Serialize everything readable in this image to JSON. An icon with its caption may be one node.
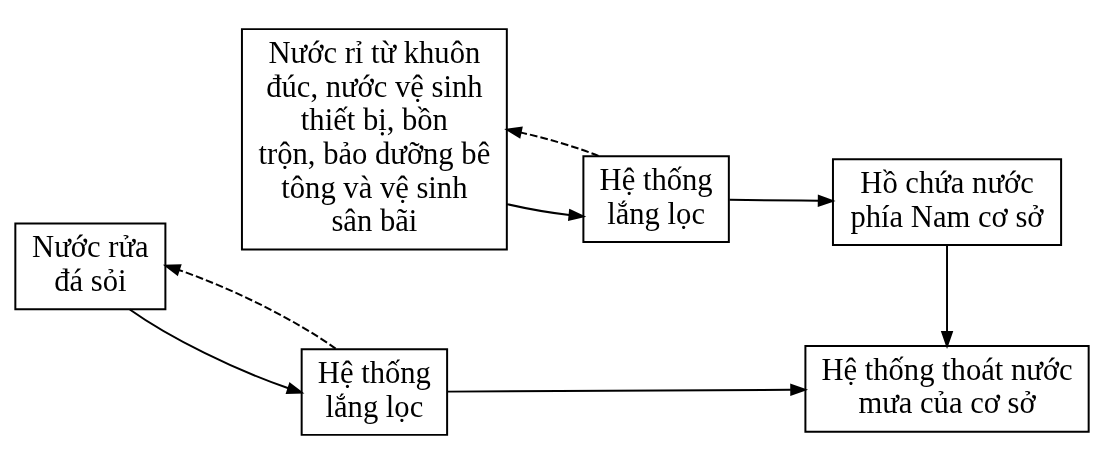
{
  "diagram": {
    "nodes": [
      {
        "text": [
          "Nước rửa đá sỏi"
        ]
      },
      {
        "text": [
          "Hệ thống lắng lọc"
        ]
      },
      {
        "text": [
          "Hệ thống thoát nước mưa của cơ sở"
        ]
      },
      {
        "text": [
          "Nước rỉ từ khuôn đúc, nước vệ sinh thiết bị, bồn trộn, bảo dưỡng bê tông và vệ sinh sân bãi"
        ]
      },
      {
        "text": [
          "Hệ thống lắng lọc"
        ]
      },
      {
        "text": [
          "Hồ chứa nước phía Nam cơ sở"
        ]
      }
    ],
    "edges": [
      {
        "from": 1,
        "to": 0,
        "arrow": "to",
        "style": "dashed"
      },
      {
        "from": 0,
        "to": 1,
        "arrow": "to"
      },
      {
        "from": 1,
        "to": 2,
        "arrow": "to"
      },
      {
        "from": 4,
        "to": 3,
        "arrow": "to",
        "style": "dashed"
      },
      {
        "from": 3,
        "to": 4,
        "arrow": "to"
      },
      {
        "from": 4,
        "to": 5,
        "arrow": "to"
      },
      {
        "from": 5,
        "to": 2,
        "arrow": "to"
      }
    ]
  }
}
